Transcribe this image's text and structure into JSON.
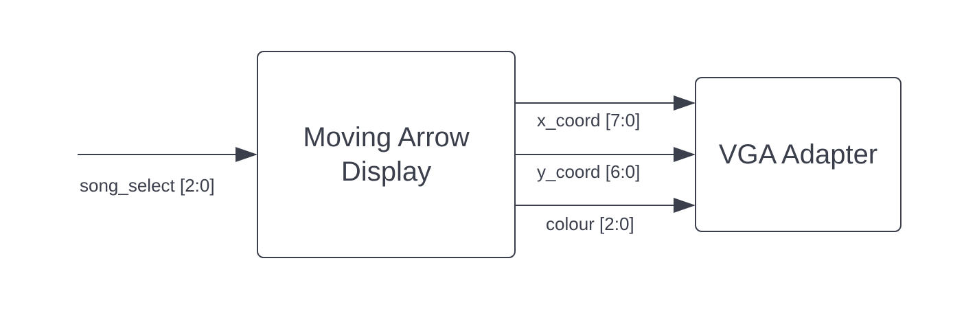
{
  "blocks": {
    "moving_arrow_display": "Moving Arrow\nDisplay",
    "vga_adapter": "VGA Adapter"
  },
  "signals": {
    "song_select": "song_select [2:0]",
    "x_coord": "x_coord [7:0]",
    "y_coord": "y_coord [6:0]",
    "colour": "colour [2:0]"
  },
  "colors": {
    "stroke": "#3a3f4b",
    "background": "#ffffff"
  }
}
